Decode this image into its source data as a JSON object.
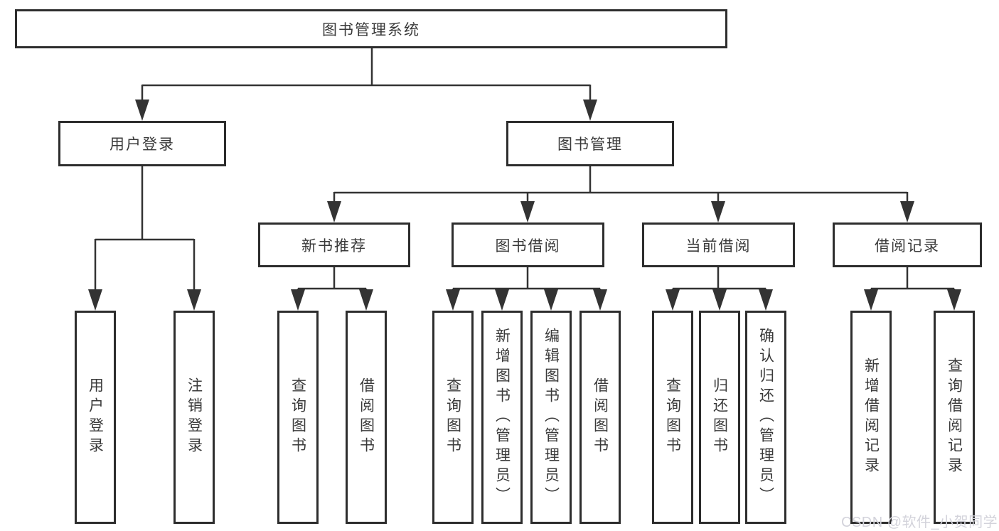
{
  "diagram": {
    "root": "图书管理系统",
    "level2": {
      "user_login": "用户登录",
      "book_management": "图书管理"
    },
    "level3": {
      "new_book_recommend": "新书推荐",
      "book_borrow": "图书借阅",
      "current_borrow": "当前借阅",
      "borrow_record": "借阅记录"
    },
    "leaves": {
      "user_login": "用户登录",
      "logout": "注销登录",
      "recommend_query_book": "查询图书",
      "recommend_borrow_book": "借阅图书",
      "borrow_query_book": "查询图书",
      "borrow_add_book": "新增图书（管理员）",
      "borrow_edit_book": "编辑图书（管理员）",
      "borrow_borrow_book": "借阅图书",
      "current_query_book": "查询图书",
      "current_return_book": "归还图书",
      "current_confirm_return": "确认归还（管理员）",
      "record_add": "新增借阅记录",
      "record_query": "查询借阅记录"
    }
  },
  "watermark": {
    "text": "CSDN @软件_小贺同学",
    "color": "#d3d3db"
  },
  "colors": {
    "line": "#333333",
    "box_border": "#2d2d2d",
    "text": "#3a3a3a",
    "background": "#ffffff"
  }
}
